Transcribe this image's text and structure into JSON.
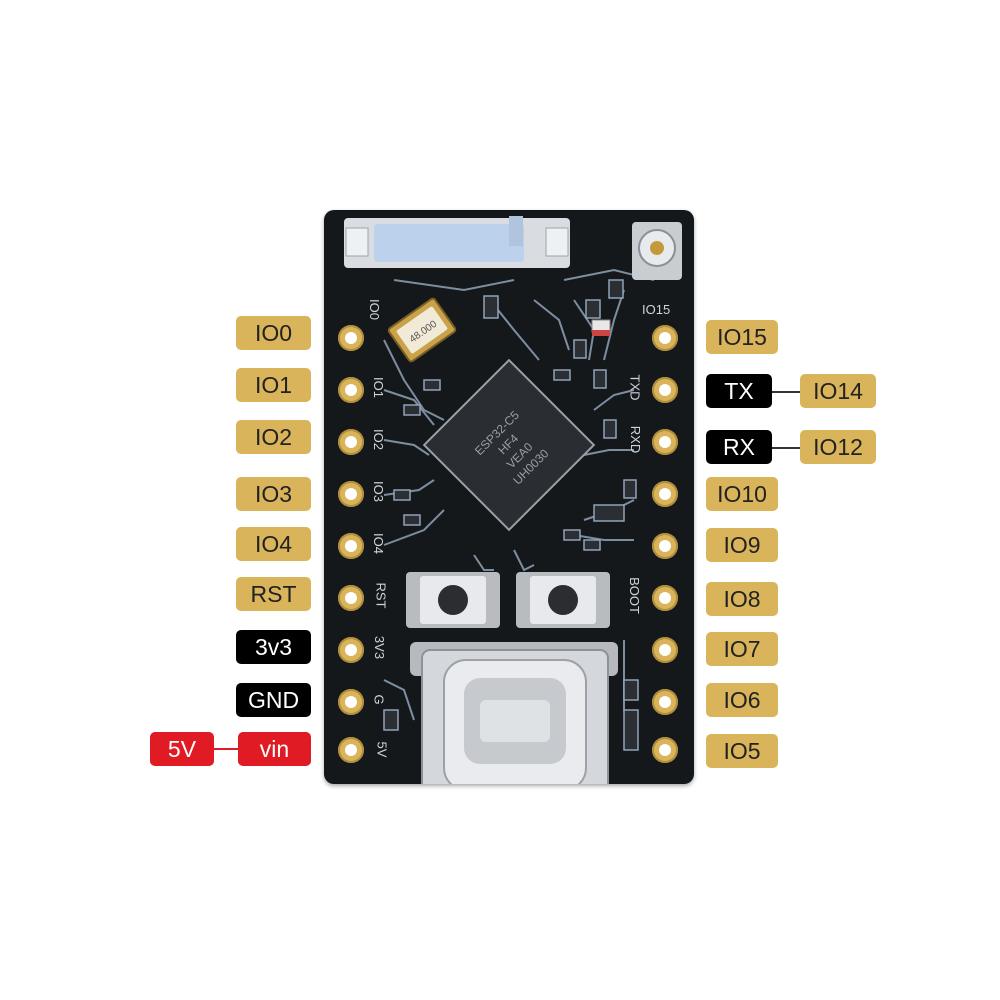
{
  "left_labels": [
    "IO0",
    "IO1",
    "IO2",
    "IO3",
    "IO4",
    "RST",
    "3v3",
    "GND",
    "vin"
  ],
  "right_labels": [
    "IO15",
    "IO14",
    "IO12",
    "IO10",
    "IO9",
    "IO8",
    "IO7",
    "IO6",
    "IO5"
  ],
  "tx_label": "TX",
  "rx_label": "RX",
  "power_label": "5V",
  "chip_text": [
    "ESP32-C5",
    "HF4",
    "VEA0",
    "UH0030"
  ],
  "silkscreen": {
    "left": [
      "IO0",
      "IO1",
      "IO2",
      "IO3",
      "IO4",
      "RST",
      "3V3",
      "G",
      "5V"
    ],
    "right": [
      "IO15",
      "TXD",
      "RXD",
      "BOOT"
    ]
  },
  "crystal_text": "48.000",
  "colors": {
    "gold": "#d9b45a",
    "black": "#000000",
    "red": "#e01b24",
    "board": "#15181b",
    "trace": "#8fa3b8"
  },
  "icons": [
    "usb-c-connector",
    "boot-button",
    "reset-button",
    "u-fl-antenna-connector",
    "pcb-antenna"
  ]
}
